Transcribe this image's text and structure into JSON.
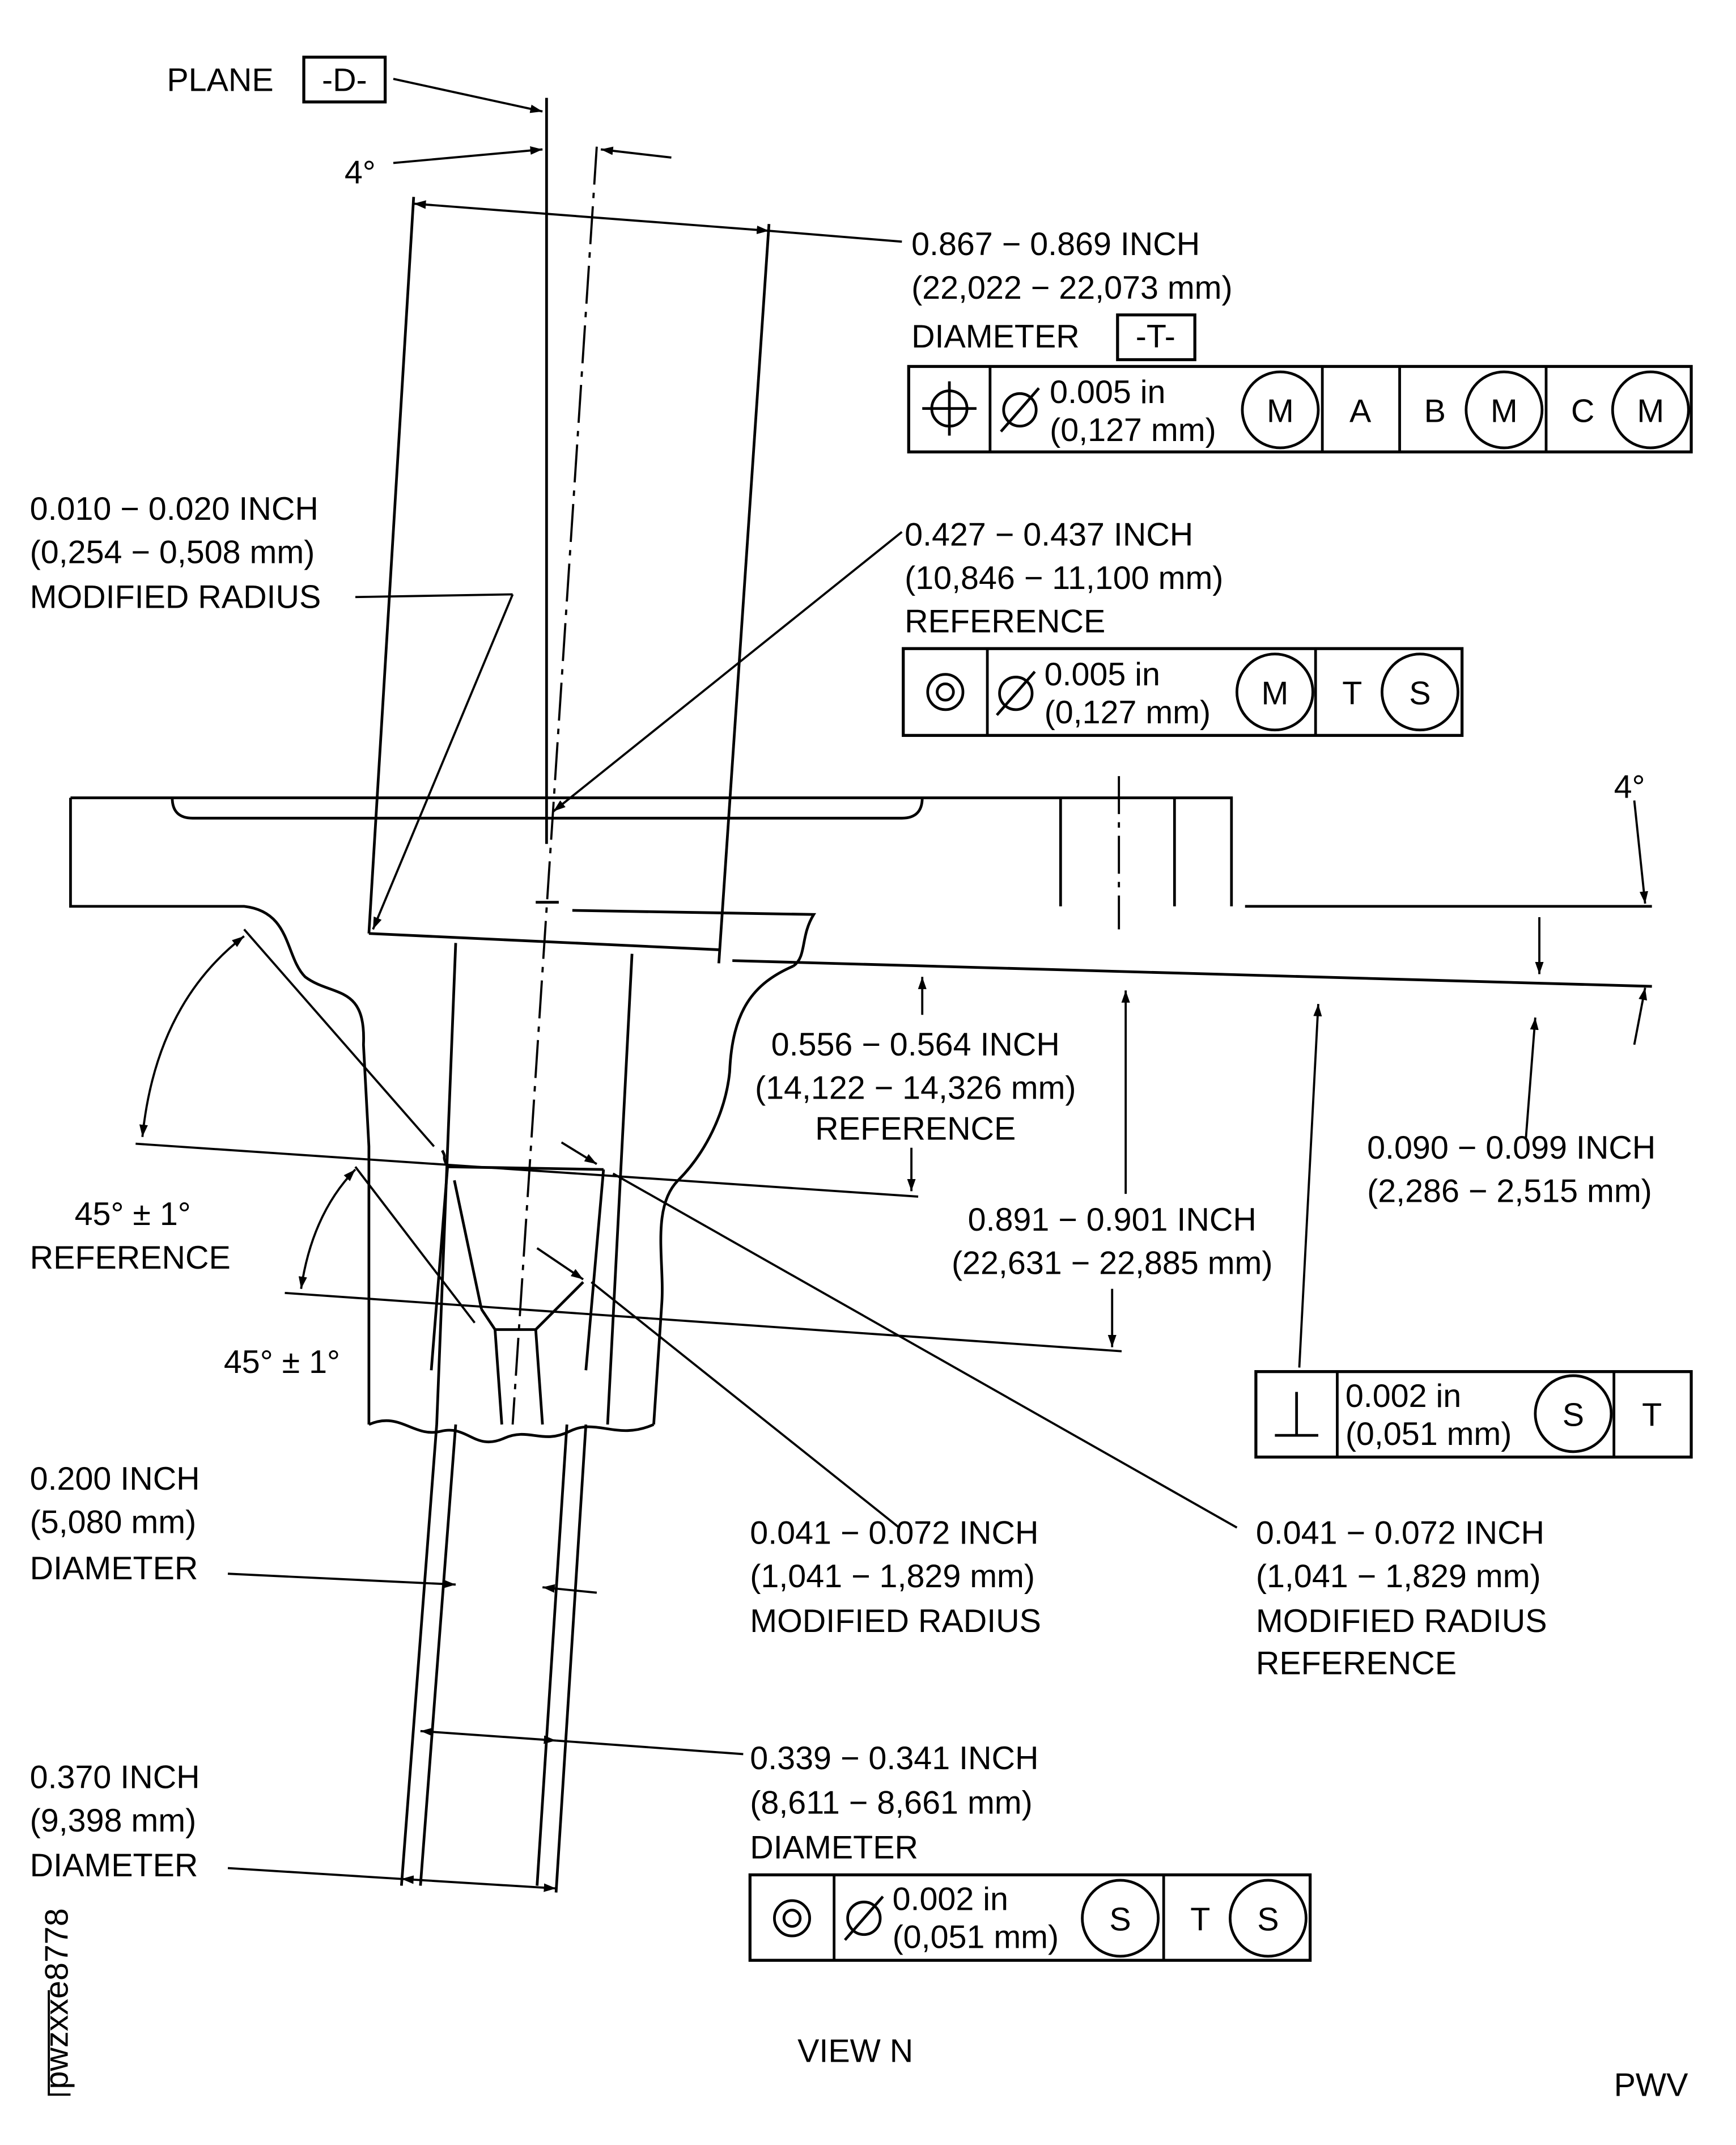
{
  "plane": {
    "label": "PLANE",
    "datum": "-D-"
  },
  "angle_top": "4°",
  "angle_right": "4°",
  "dim_0867": {
    "line1": "0.867 − 0.869 INCH",
    "line2": "(22,022 − 22,073 mm)",
    "line3": "DIAMETER",
    "datum": "-T-"
  },
  "fcf_position": {
    "symbol": "position",
    "tol_in": "0.005 in",
    "tol_mm": "(0,127 mm)",
    "modifier": "M",
    "ref1": "A",
    "ref2": "B",
    "ref2_mod": "M",
    "ref3": "C",
    "ref3_mod": "M"
  },
  "dim_0010": {
    "line1": "0.010 − 0.020 INCH",
    "line2": "(0,254 − 0,508 mm)",
    "line3": "MODIFIED RADIUS"
  },
  "dim_0427": {
    "line1": "0.427 − 0.437 INCH",
    "line2": "(10,846 − 11,100 mm)",
    "line3": "REFERENCE"
  },
  "fcf_concentric_1": {
    "symbol": "concentricity",
    "tol_in": "0.005 in",
    "tol_mm": "(0,127 mm)",
    "modifier": "M",
    "ref1": "T",
    "ref1_mod": "S"
  },
  "dim_0556": {
    "line1": "0.556 − 0.564 INCH",
    "line2": "(14,122 − 14,326 mm)",
    "line3": "REFERENCE"
  },
  "dim_0090": {
    "line1": "0.090 − 0.099 INCH",
    "line2": "(2,286 − 2,515 mm)"
  },
  "dim_0891": {
    "line1": "0.891 − 0.901 INCH",
    "line2": "(22,631 − 22,885 mm)"
  },
  "angle_45_a": {
    "line1": "45° ± 1°",
    "line2": "REFERENCE"
  },
  "angle_45_b": "45° ± 1°",
  "fcf_perp": {
    "symbol": "perpendicularity",
    "tol_in": "0.002 in",
    "tol_mm": "(0,051 mm)",
    "modifier": "S",
    "ref1": "T"
  },
  "dim_0200": {
    "line1": "0.200 INCH",
    "line2": "(5,080 mm)",
    "line3": "DIAMETER"
  },
  "dim_0041_a": {
    "line1": "0.041 − 0.072 INCH",
    "line2": "(1,041 − 1,829 mm)",
    "line3": "MODIFIED RADIUS"
  },
  "dim_0041_b": {
    "line1": "0.041 − 0.072 INCH",
    "line2": "(1,041 − 1,829 mm)",
    "line3": "MODIFIED RADIUS",
    "line4": "REFERENCE"
  },
  "dim_0370": {
    "line1": "0.370 INCH",
    "line2": "(9,398 mm)",
    "line3": "DIAMETER"
  },
  "dim_0339": {
    "line1": "0.339 − 0.341 INCH",
    "line2": "(8,611 − 8,661 mm)",
    "line3": "DIAMETER"
  },
  "fcf_concentric_2": {
    "symbol": "concentricity",
    "tol_in": "0.002 in",
    "tol_mm": "(0,051 mm)",
    "modifier": "S",
    "ref1": "T",
    "ref1_mod": "S"
  },
  "view_label": "VIEW N",
  "figure_id": "pwzxxe8778",
  "corner_label": "PWV"
}
